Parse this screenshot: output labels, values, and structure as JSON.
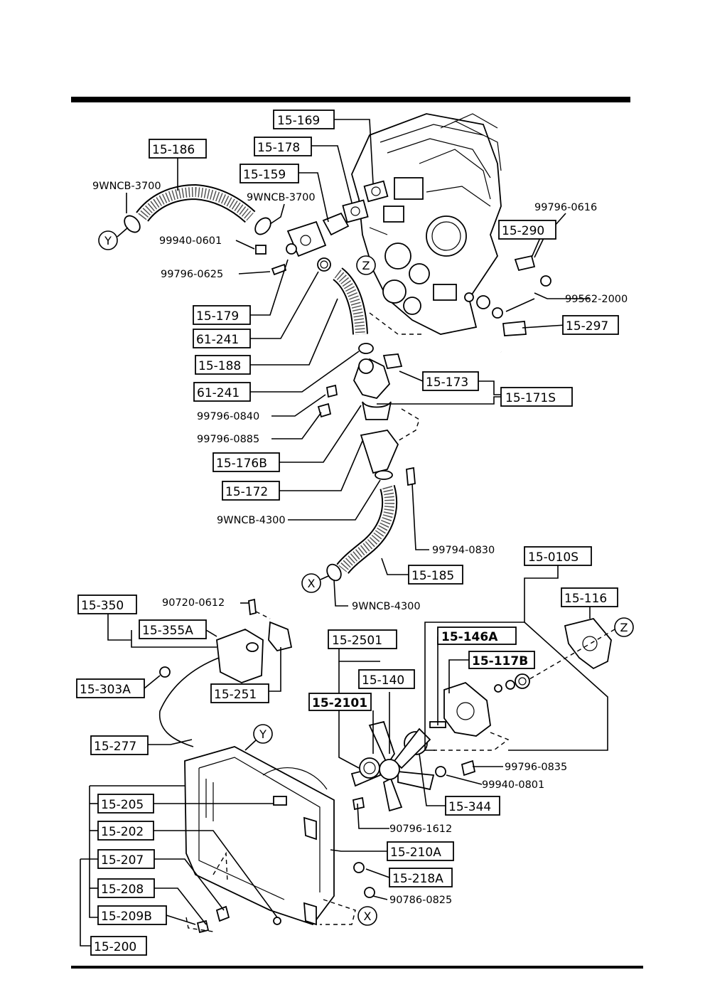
{
  "labels": {
    "p15_169": "15-169",
    "p15_178": "15-178",
    "p15_186": "15-186",
    "p15_159": "15-159",
    "c9wncb_3700_a": "9WNCB-3700",
    "c9wncb_3700_b": "9WNCB-3700",
    "c99940_0601": "99940-0601",
    "c99796_0625": "99796-0625",
    "c99796_0616": "99796-0616",
    "p15_290": "15-290",
    "c99562_2000": "99562-2000",
    "p15_297": "15-297",
    "p15_179": "15-179",
    "p61_241_a": "61-241",
    "p15_188": "15-188",
    "p61_241_b": "61-241",
    "p15_173": "15-173",
    "p15_171s": "15-171S",
    "c99796_0840": "99796-0840",
    "c99796_0885": "99796-0885",
    "p15_176b": "15-176B",
    "p15_172": "15-172",
    "c9wncb_4300_a": "9WNCB-4300",
    "c99794_0830": "99794-0830",
    "p15_010s": "15-010S",
    "p15_185": "15-185",
    "c9wncb_4300_b": "9WNCB-4300",
    "p15_116": "15-116",
    "p15_350": "15-350",
    "c90720_0612": "90720-0612",
    "p15_355a": "15-355A",
    "p15_303a": "15-303A",
    "p15_251": "15-251",
    "p15_2501": "15-2501",
    "p15_140": "15-140",
    "p15_2101": "15-2101",
    "p15_146a": "15-146A",
    "p15_117b": "15-117B",
    "p15_277": "15-277",
    "c99796_0835": "99796-0835",
    "c99940_0801": "99940-0801",
    "p15_205": "15-205",
    "p15_344": "15-344",
    "c90796_1612": "90796-1612",
    "p15_202": "15-202",
    "p15_210a": "15-210A",
    "p15_207": "15-207",
    "p15_218a": "15-218A",
    "c90786_0825": "90786-0825",
    "p15_208": "15-208",
    "p15_209b": "15-209B",
    "p15_200": "15-200"
  },
  "ref_marks": {
    "y": "Y",
    "z": "Z",
    "x": "X"
  }
}
